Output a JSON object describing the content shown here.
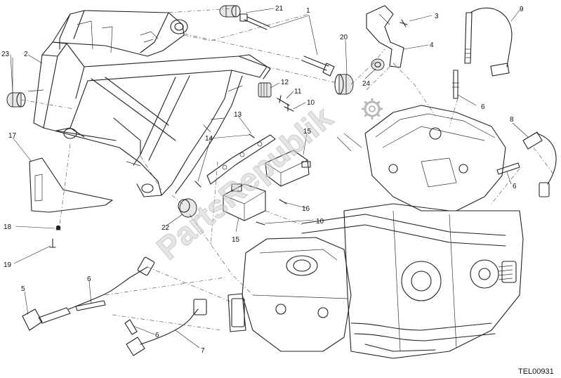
{
  "callouts": {
    "c1": "1",
    "c2": "2",
    "c3": "3",
    "c4": "4",
    "c5": "5",
    "c6a": "6",
    "c6b": "6",
    "c6c": "6",
    "c6d": "6",
    "c7": "7",
    "c8": "8",
    "c9": "9",
    "c10a": "10",
    "c10b": "10",
    "c11": "11",
    "c12": "12",
    "c13": "13",
    "c14": "14",
    "c15a": "15",
    "c15b": "15",
    "c16": "16",
    "c17": "17",
    "c18": "18",
    "c19": "19",
    "c20": "20",
    "c21": "21",
    "c22": "22",
    "c23": "23",
    "c24": "24"
  },
  "watermark": {
    "text": "PartsRepublik",
    "emblem": "gear-icon"
  },
  "drawing_ref": "TEL00931"
}
